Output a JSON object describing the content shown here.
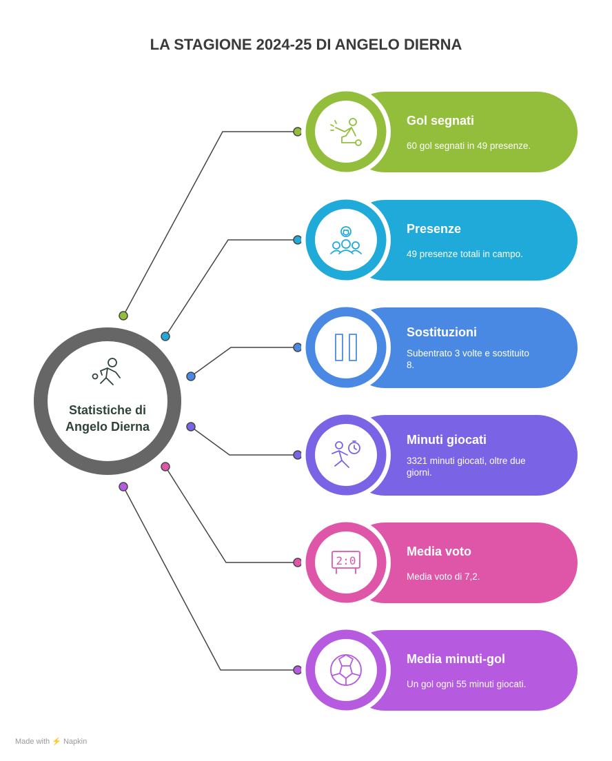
{
  "title": "LA STAGIONE 2024-25 DI ANGELO DIERNA",
  "center": {
    "line1": "Statistiche di",
    "line2": "Angelo Dierna",
    "icon": "running-player-icon",
    "color": "#666666"
  },
  "cards": [
    {
      "title": "Gol segnati",
      "desc": [
        "60 gol segnati in 49 presenze."
      ],
      "color": "#93BE3B",
      "icon": "kicking-player-icon"
    },
    {
      "title": "Presenze",
      "desc": [
        "49 presenze totali in campo."
      ],
      "color": "#1FAAD9",
      "icon": "team-ball-icon"
    },
    {
      "title": "Sostituzioni",
      "desc": [
        "Subentrato 3 volte e sostituito",
        "8."
      ],
      "color": "#4A89E3",
      "icon": "substitution-icon"
    },
    {
      "title": "Minuti giocati",
      "desc": [
        "3321 minuti giocati, oltre due",
        "giorni."
      ],
      "color": "#7B63E6",
      "icon": "stopwatch-player-icon"
    },
    {
      "title": "Media voto",
      "desc": [
        "Media voto di 7,2."
      ],
      "color": "#DF56A8",
      "icon": "scoreboard-icon"
    },
    {
      "title": "Media minuti-gol",
      "desc": [
        "Un gol ogni 55 minuti giocati."
      ],
      "color": "#B65AE0",
      "icon": "soccer-ball-icon"
    }
  ],
  "footer": "Made with ⚡ Napkin"
}
